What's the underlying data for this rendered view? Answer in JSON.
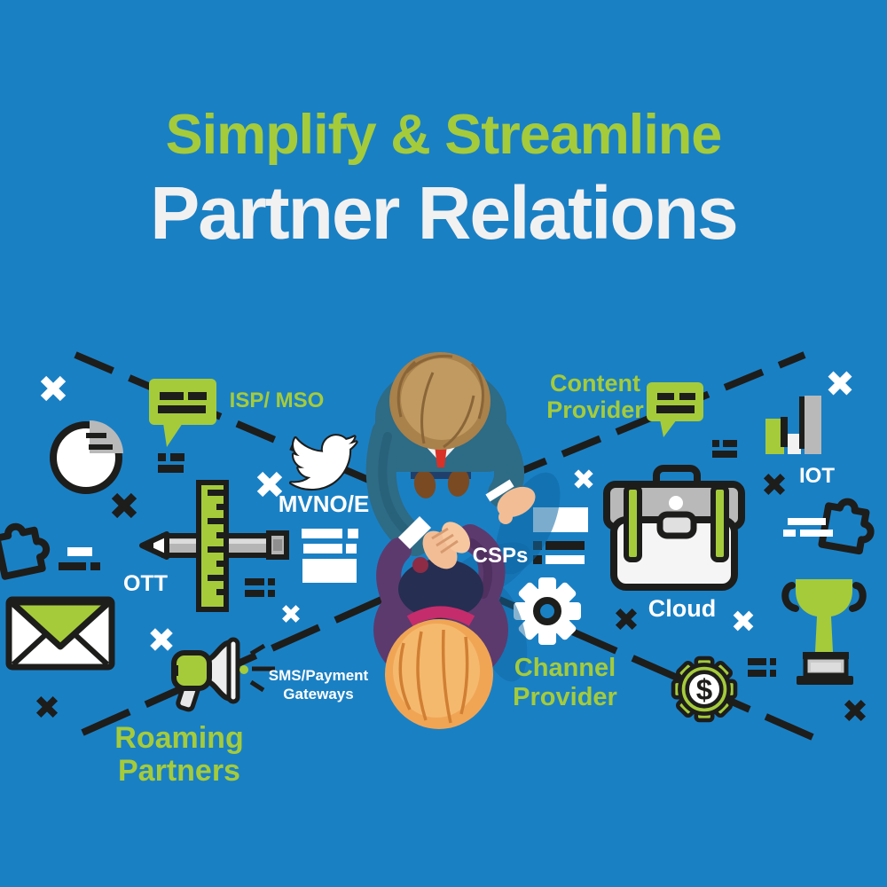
{
  "title": {
    "line1": "Simplify & Streamline",
    "line2": "Partner Relations"
  },
  "labels": {
    "isp_mso": "ISP/ MSO",
    "mvno_e": "MVNO/E",
    "ott": "OTT",
    "csps": "CSPs",
    "iot": "IOT",
    "cloud": "Cloud",
    "content_provider": {
      "line1": "Content",
      "line2": "Provider"
    },
    "channel_provider": {
      "line1": "Channel",
      "line2": "Provider"
    },
    "sms_payment": {
      "line1": "SMS/Payment",
      "line2": "Gateways"
    },
    "roaming_partners": {
      "line1": "Roaming",
      "line2": "Partners"
    }
  },
  "icons": {
    "speech_bubble_left": "speech-bubble",
    "speech_bubble_right": "speech-bubble",
    "pie_chart": "pie-chart",
    "twitter_bird": "twitter-bird",
    "ruler_pencil": "ruler-and-pencil",
    "puzzle_left": "puzzle-piece",
    "puzzle_right": "puzzle-piece",
    "envelope": "envelope",
    "megaphone": "megaphone",
    "list_mvno": "list-lines",
    "list_csps": "list-lines",
    "gear": "gear",
    "dollar_gear": "dollar-gear",
    "dollar_glyph": "$",
    "briefcase": "briefcase",
    "trophy": "trophy",
    "bar_chart": "bar-chart",
    "handshake": "two-business-people-shaking-hands-top-view"
  },
  "colors": {
    "background": "#1a80c4",
    "accent_green": "#a5cb3b",
    "outline_dark": "#1d1d1b",
    "white": "#ffffff",
    "gray": "#b9b9b9",
    "suit_teal": "#2e6b85",
    "jacket_purple": "#5c3a6e",
    "tie_red": "#d93127"
  }
}
